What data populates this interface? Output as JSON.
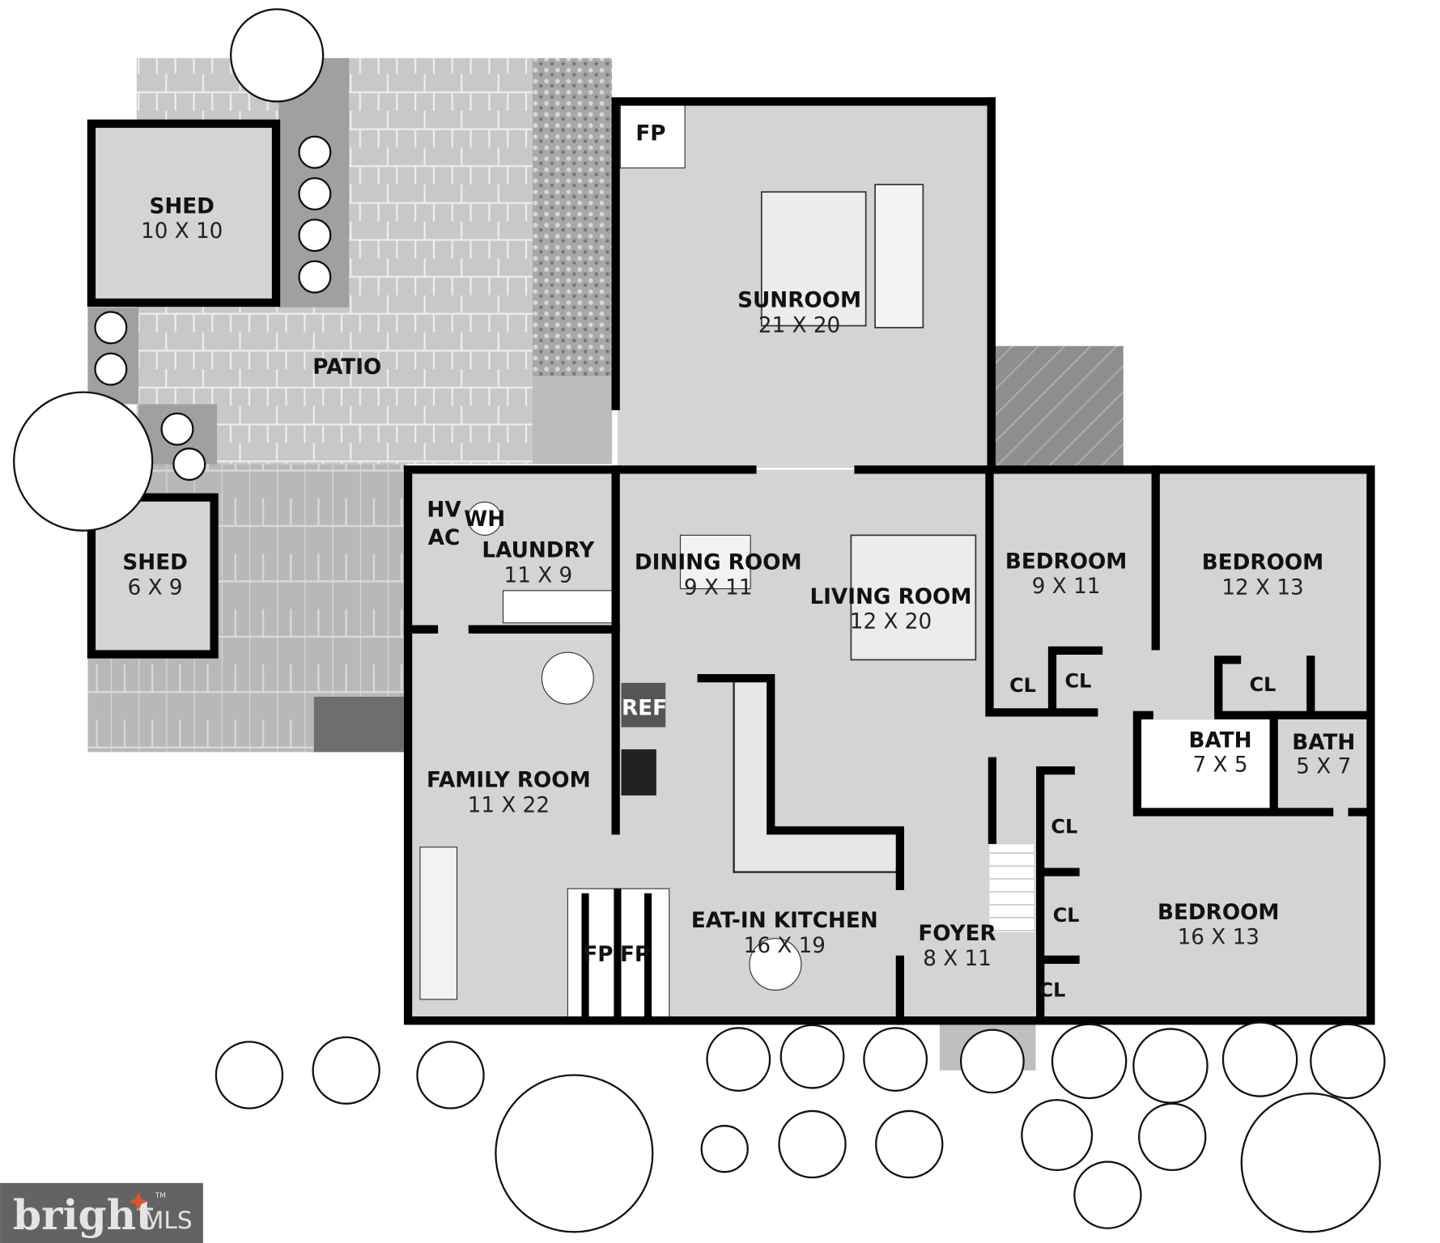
{
  "rooms": {
    "shed_large": {
      "name": "SHED",
      "size": "10 X 10"
    },
    "patio": {
      "name": "PATIO"
    },
    "shed_small": {
      "name": "SHED",
      "size": "6 X 9"
    },
    "sunroom": {
      "name": "SUNROOM",
      "size": "21 X 20",
      "fireplace": "FP"
    },
    "laundry": {
      "name": "LAUNDRY",
      "size": "11 X 9",
      "hvac_1": "HV",
      "hvac_2": "AC",
      "water_heater": "WH"
    },
    "dining": {
      "name": "DINING ROOM",
      "size": "9 X 11"
    },
    "living": {
      "name": "LIVING ROOM",
      "size": "12 X 20"
    },
    "bedroom_1": {
      "name": "BEDROOM",
      "size": "9 X 11"
    },
    "bedroom_2": {
      "name": "BEDROOM",
      "size": "12 X 13"
    },
    "bedroom_3": {
      "name": "BEDROOM",
      "size": "16 X 13"
    },
    "bath_1": {
      "name": "BATH",
      "size": "7 X 5"
    },
    "bath_2": {
      "name": "BATH",
      "size": "5 X 7"
    },
    "family": {
      "name": "FAMILY ROOM",
      "size": "11 X 22"
    },
    "kitchen": {
      "name": "EAT-IN KITCHEN",
      "size": "16 X 19",
      "fridge": "REF"
    },
    "foyer": {
      "name": "FOYER",
      "size": "8 X 11"
    },
    "fireplaces": [
      "FP",
      "FP"
    ],
    "closet_label": "CL"
  },
  "logo": {
    "brand": "bright",
    "suffix": "MLS",
    "tm": "TM",
    "accent": "#e0562a"
  },
  "colors": {
    "room": "#d4d4d4",
    "wall": "#000000",
    "patio": "#c6c6c6",
    "gravel": "#a4a4a4",
    "deck": "#8c8c8c"
  }
}
